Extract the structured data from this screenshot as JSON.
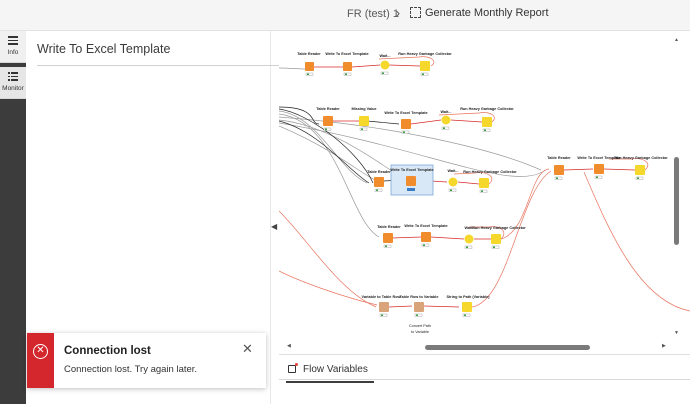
{
  "header": {
    "breadcrumb_workflow": "FR (test) 1",
    "breadcrumb_separator": "›",
    "breadcrumb_current": "Generate Monthly Report"
  },
  "rail": {
    "info_label": "Info",
    "monitor_label": "Monitor"
  },
  "sidepanel": {
    "title": "Write To Excel Template"
  },
  "canvas": {
    "nodes": [
      {
        "label": "Table Reader",
        "type": "reader"
      },
      {
        "label": "Write To Excel Template",
        "type": "writer"
      },
      {
        "label": "Wait...",
        "type": "wait"
      },
      {
        "label": "Run Heavy Garbage Collector",
        "type": "gc"
      },
      {
        "label": "Table Reader",
        "type": "reader"
      },
      {
        "label": "Missing Value",
        "type": "missing"
      },
      {
        "label": "Write To Excel Template",
        "type": "writer"
      },
      {
        "label": "Wait...",
        "type": "wait"
      },
      {
        "label": "Run Heavy Garbage Collector",
        "type": "gc"
      },
      {
        "label": "Table Reader",
        "type": "reader"
      },
      {
        "label": "Write To Excel Template",
        "type": "writer"
      },
      {
        "label": "Wait...",
        "type": "wait"
      },
      {
        "label": "Run Heavy Garbage Collector",
        "type": "gc"
      },
      {
        "label": "Table Reader",
        "type": "reader"
      },
      {
        "label": "Write To Excel Template",
        "type": "writer"
      },
      {
        "label": "Run Heavy Garbage Collector",
        "type": "gc"
      },
      {
        "label": "Table Reader",
        "type": "reader"
      },
      {
        "label": "Write To Excel Template",
        "type": "writer"
      },
      {
        "label": "Wait...",
        "type": "wait"
      },
      {
        "label": "Run Heavy Garbage Collector",
        "type": "gc"
      },
      {
        "label": "Variable to Table Row",
        "type": "var"
      },
      {
        "label": "Table Row to Variable",
        "type": "var"
      },
      {
        "label": "String to Path (Variable)",
        "type": "path"
      },
      {
        "label": "Convert Path",
        "type": "note"
      },
      {
        "label": "to Variable",
        "type": "note"
      }
    ]
  },
  "bottom": {
    "tab_label": "Flow Variables"
  },
  "toast": {
    "title": "Connection lost",
    "message": "Connection lost. Try again later.",
    "icon_glyph": "✕",
    "close_glyph": "✕"
  },
  "colors": {
    "reader": "#f08c2b",
    "writer": "#f08c2b",
    "wait": "#f6d72c",
    "gc": "#f6d72c",
    "missing": "#f6d72c",
    "var": "#d9a47a",
    "status_green": "#3aa346",
    "status_red": "#d62b2b",
    "connection_red": "#e8735e",
    "connection_grey": "#9a9a9a",
    "connection_dark": "#222222",
    "toast_red": "#d3262d"
  }
}
